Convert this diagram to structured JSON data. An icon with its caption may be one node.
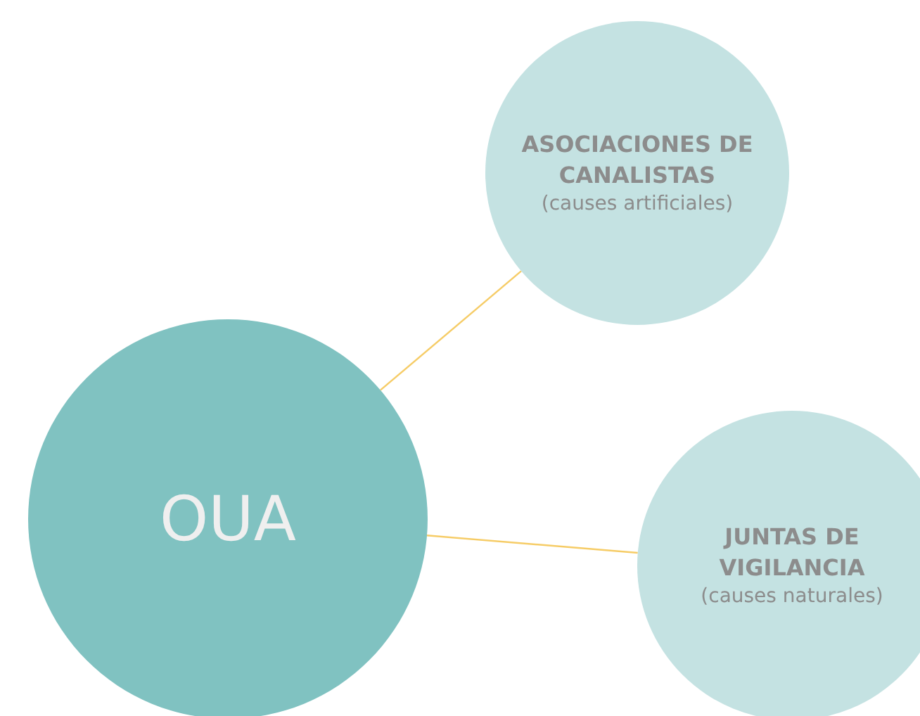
{
  "diagram": {
    "nodes": [
      {
        "text": [
          "OUA"
        ]
      },
      {
        "text": [
          "ASOCIACIONES DE CANALISTAS",
          "(causes artificiales)"
        ]
      },
      {
        "text": [
          "JUNTAS DE VIGILANCIA",
          "(causes naturales)"
        ]
      }
    ],
    "edges": [
      {
        "from": 0,
        "to": 1,
        "arrow": "none"
      },
      {
        "from": 0,
        "to": 2,
        "arrow": "none"
      }
    ]
  }
}
